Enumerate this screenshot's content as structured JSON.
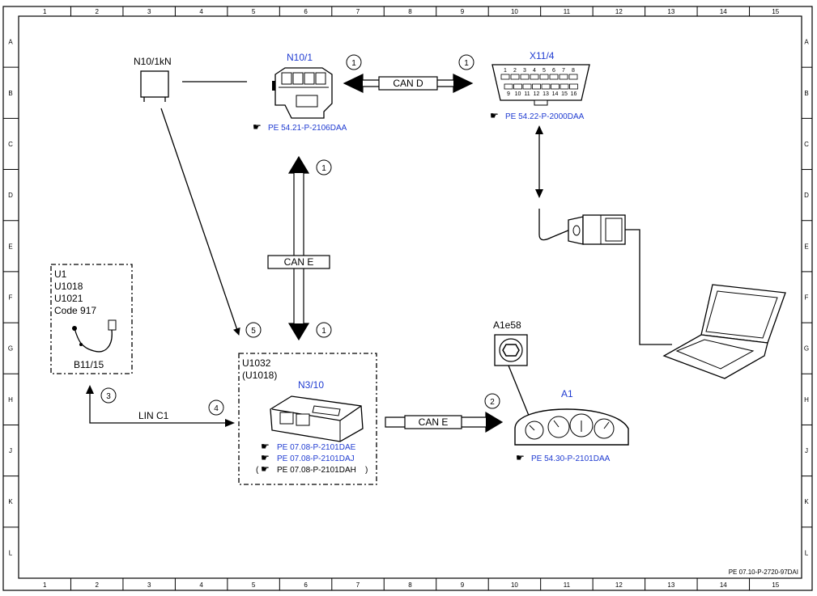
{
  "frame": {
    "columns": [
      "1",
      "2",
      "3",
      "4",
      "5",
      "6",
      "7",
      "8",
      "9",
      "10",
      "11",
      "12",
      "13",
      "14",
      "15"
    ],
    "rows": [
      "A",
      "B",
      "C",
      "D",
      "E",
      "F",
      "G",
      "H",
      "J",
      "K",
      "L"
    ]
  },
  "components": {
    "n10_1kn": {
      "label": "N10/1kN"
    },
    "n10_1": {
      "label": "N10/1",
      "ref": "PE 54.21-P-2106DAA"
    },
    "x11_4": {
      "label": "X11/4",
      "ref": "PE 54.22-P-2000DAA",
      "pins_top": [
        "1",
        "2",
        "3",
        "4",
        "5",
        "6",
        "7",
        "8"
      ],
      "pins_bottom": [
        "9",
        "10",
        "11",
        "12",
        "13",
        "14",
        "15",
        "16"
      ]
    },
    "u1_box": {
      "lines": [
        "U1",
        "U1018",
        "U1021",
        "Code 917"
      ],
      "label": "B11/15"
    },
    "n3_10": {
      "lines": [
        "U1032",
        "(U1018)"
      ],
      "label": "N3/10",
      "refs": [
        "PE 07.08-P-2101DAE",
        "PE 07.08-P-2101DAJ",
        "PE 07.08-P-2101DAH"
      ],
      "ref_paren_open": "(",
      "ref_paren_close": ")"
    },
    "a1e58": {
      "label": "A1e58"
    },
    "a1": {
      "label": "A1",
      "ref": "PE 54.30-P-2101DAA"
    }
  },
  "connections": {
    "can_d": "CAN D",
    "can_e_vertical": "CAN E",
    "can_e_horizontal": "CAN E",
    "lin_c1": "LIN C1"
  },
  "callouts": {
    "c1_a": "1",
    "c1_b": "1",
    "c1_c": "1",
    "c1_d": "1",
    "c2": "2",
    "c3": "3",
    "c4": "4",
    "c5": "5"
  },
  "footer": {
    "doc_id": "PE 07.10-P-2720-97DAI"
  },
  "colors": {
    "blue_label": "#1f3bd1",
    "line": "#000000",
    "background": "#ffffff"
  }
}
